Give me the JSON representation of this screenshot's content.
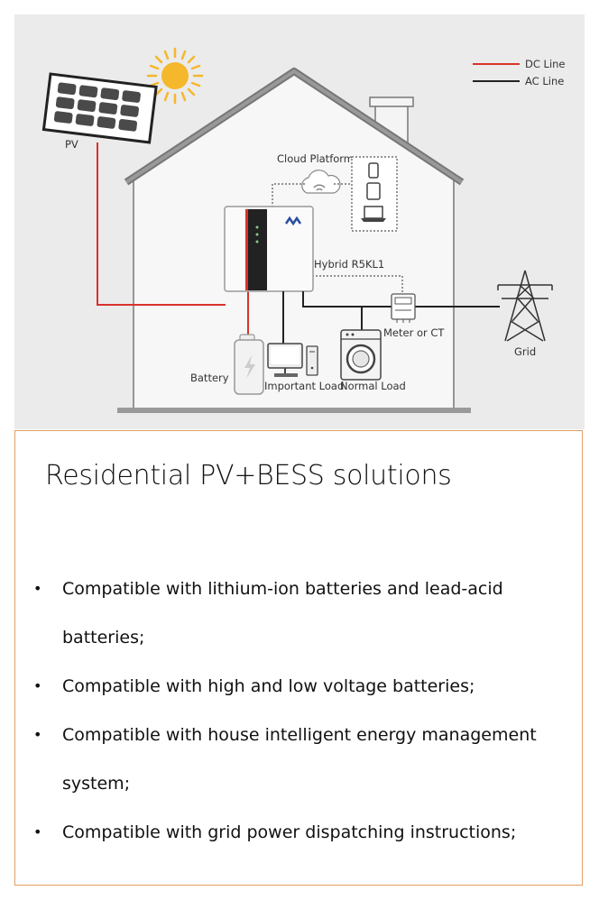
{
  "diagram": {
    "legend": {
      "dc_label": "DC Line",
      "ac_label": "AC Line",
      "dc_color": "#d9322b",
      "ac_color": "#222222"
    },
    "labels": {
      "pv": "PV",
      "cloud_platform": "Cloud Platform",
      "inverter": "Hybrid R5KL1",
      "meter": "Meter or CT",
      "grid": "Grid",
      "battery": "Battery",
      "important_load": "Important Load",
      "normal_load": "Normal Load"
    },
    "icons": [
      "sun-icon",
      "solar-panel-icon",
      "cloud-wifi-icon",
      "phone-icon",
      "tablet-icon",
      "laptop-icon",
      "inverter-icon",
      "meter-icon",
      "transmission-tower-icon",
      "battery-icon",
      "computer-icon",
      "washing-machine-icon"
    ]
  },
  "card": {
    "title": "Residential PV+BESS solutions",
    "border_color": "#e0a060",
    "bullets": [
      {
        "line1": "Compatible with lithium-ion batteries and lead-acid",
        "line2": "batteries;"
      },
      {
        "line1": "Compatible with high and low voltage batteries;"
      },
      {
        "line1": "Compatible with house intelligent energy management",
        "line2": "system;"
      },
      {
        "line1": "Compatible with grid power dispatching instructions;"
      }
    ]
  }
}
